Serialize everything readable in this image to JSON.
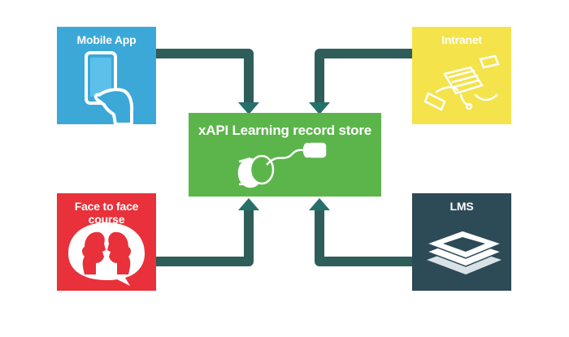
{
  "diagram": {
    "center": {
      "label": "xAPI Learning record store",
      "color": "#5cb54b",
      "shadow": "#37842c",
      "icon": "tin-can-telephone-icon"
    },
    "sources": [
      {
        "id": "mobile",
        "label": "Mobile App",
        "color": "#3ba8d8",
        "shadow": "#2b7da8",
        "icon": "phone-hand-icon"
      },
      {
        "id": "intranet",
        "label": "Intranet",
        "color": "#f4e34a",
        "shadow": "#c9b92f",
        "icon": "network-computers-icon"
      },
      {
        "id": "face",
        "label": "Face to face course",
        "color": "#e8313a",
        "shadow": "#b0232a",
        "icon": "two-faces-icon"
      },
      {
        "id": "lms",
        "label": "LMS",
        "color": "#2d4a57",
        "shadow": "#1c3039",
        "icon": "stacked-layers-icon"
      }
    ],
    "connector_color": "#2f5d5a",
    "arrowhead_color": "#27706a"
  }
}
